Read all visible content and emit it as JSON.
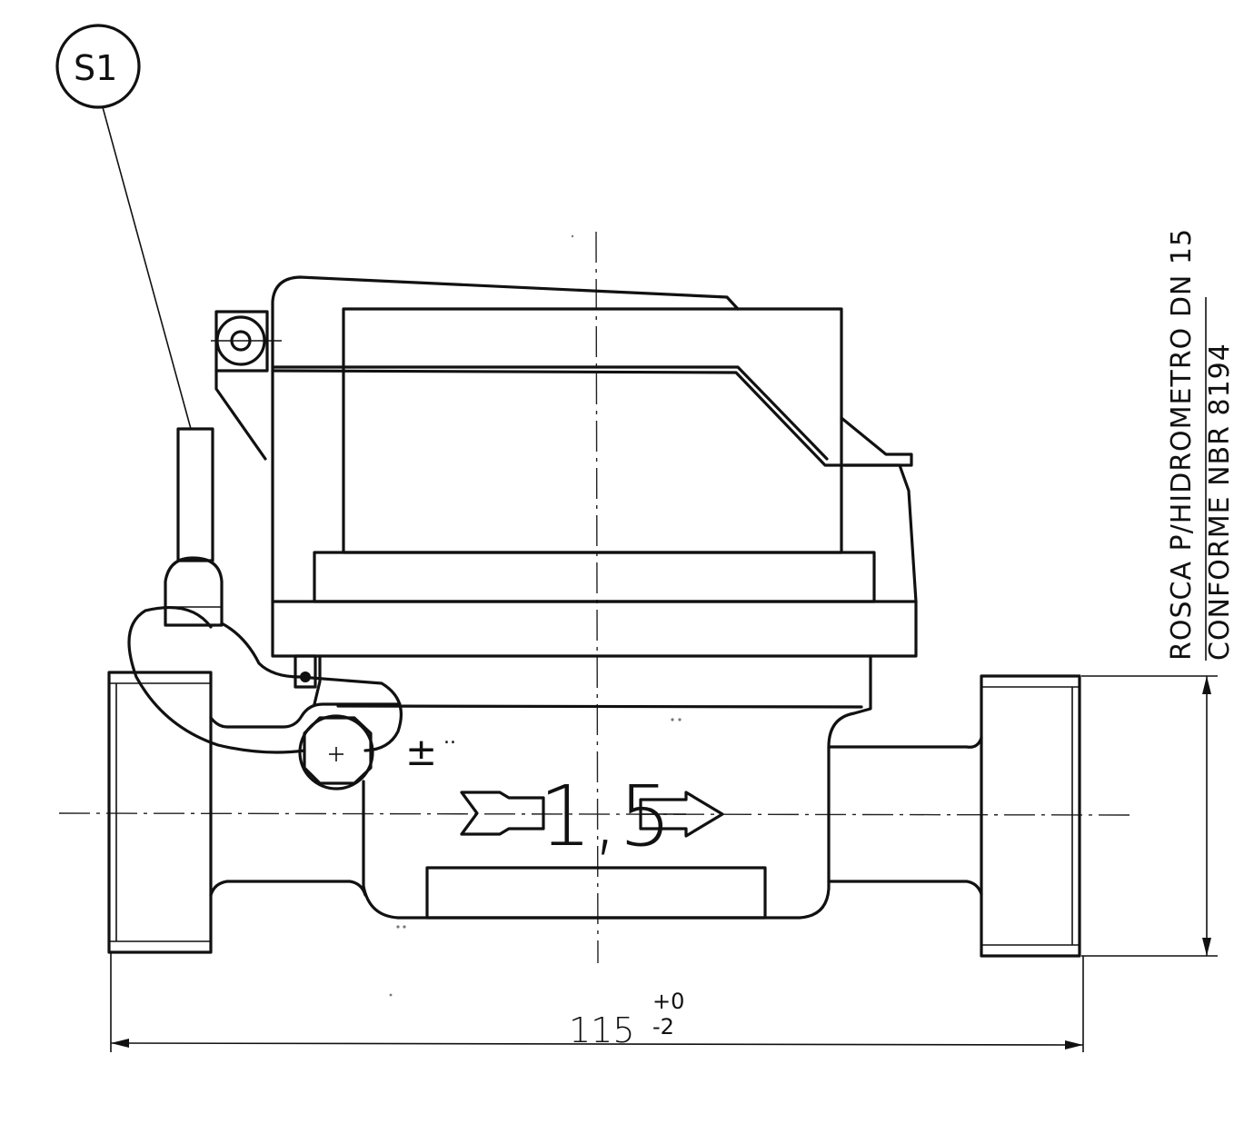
{
  "balloon": {
    "label": "S1"
  },
  "meter_class": {
    "label": "1,5"
  },
  "tolerance_symbols": {
    "plus_minus": "±",
    "dots": ".."
  },
  "dimension": {
    "nominal": "115",
    "upper_tol": "+0",
    "lower_tol": "-2"
  },
  "note": {
    "line1": "ROSCA P/HIDROMETRO DN 15",
    "line2": "CONFORME NBR 8194"
  },
  "colors": {
    "ink": "#111111",
    "paper": "#ffffff"
  }
}
